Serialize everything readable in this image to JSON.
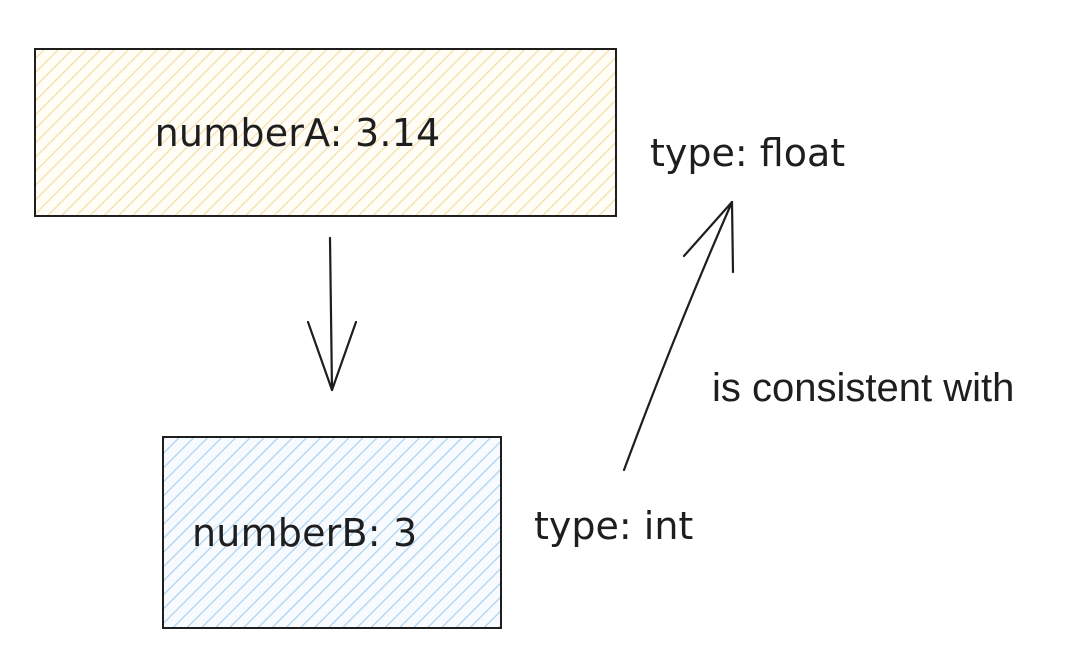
{
  "nodes": {
    "number_a": {
      "label": "numberA: 3.14",
      "fill": "#fdf3d0",
      "hatch": "#ebcd78"
    },
    "number_b": {
      "label": "numberB: 3",
      "fill": "#e3f0fb",
      "hatch": "#8cbee6"
    }
  },
  "annotations": {
    "type_a": "type: float",
    "type_b": "type: int"
  },
  "edges": {
    "consistency_label": "is consistent with"
  },
  "colors": {
    "stroke": "#1e1e1e",
    "background": "#ffffff"
  }
}
